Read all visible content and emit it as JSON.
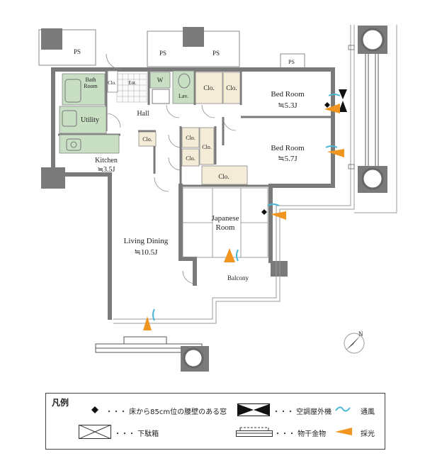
{
  "rooms": {
    "ps_1": "PS",
    "ps_2": "PS",
    "ps_3": "PS",
    "ps_4": "PS",
    "bath": "Bath\nRoom",
    "clo_ent": "Clo.",
    "ent": "Ent.",
    "wash": "W",
    "lav": "Lav.",
    "clo_hall_1": "Clo.",
    "clo_hall_2": "Clo.",
    "bed1": "Bed Room",
    "bed1_size": "≒5.3J",
    "utility": "Utility",
    "hall": "Hall",
    "clo_kitchen": "Clo.",
    "clo_mid_1": "Clo.",
    "clo_mid_2": "Clo.",
    "clo_mid_3": "Clo.",
    "bed2": "Bed Room",
    "bed2_size": "≒5.7J",
    "kitchen": "Kitchen",
    "kitchen_size": "≒3.5J",
    "clo_japanese": "Clo.",
    "japanese": "Japanese\nRoom",
    "living": "Living Dining",
    "living_size": "≒10.5J",
    "balcony": "Balcony"
  },
  "compass": {
    "label": "N"
  },
  "legend": {
    "title": "凡例",
    "window_85cm": "・・・ 床から85cm位の腰壁のある窓",
    "ac_outdoor": "・・・ 空調屋外機",
    "ventilation": "通風",
    "shoe_box": "・・・ 下駄箱",
    "drying_rack": "・・・ 物干金物",
    "daylight": "採光"
  },
  "colors": {
    "wall": "#7a7a7a",
    "wet_area": "#c9dfc3",
    "closet": "#f5ecd7",
    "tatami": "#ffffff",
    "ventilation": "#4bb7d6",
    "daylight": "#f0951f",
    "ac": "#111111"
  }
}
